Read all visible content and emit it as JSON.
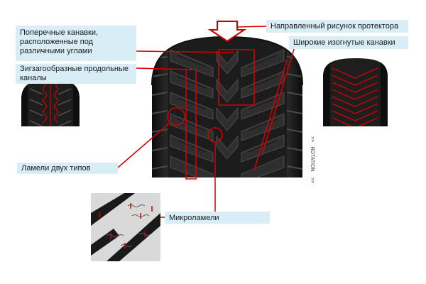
{
  "callouts": {
    "transverse": "Поперечные канавки, расположенные под различными углами",
    "zigzag": "Зигзагообразные продольные каналы",
    "sipes": "Ламели двух типов",
    "microsipes": "Микроламели",
    "direction": "Направленный рисунок протектора",
    "wide_grooves": "Широкие изогнутые канавки"
  },
  "rotation_label": "ROTATION",
  "rotation_arrows": ">>",
  "colors": {
    "callout_bg": "#d9edf7",
    "accent": "#d40000",
    "tread": "#1e1e1e"
  },
  "icons": {
    "direction_arrow": "down-arrow-outline",
    "small_tire_left": "tire-tread-thumbnail",
    "small_tire_right": "tire-tread-thumbnail-highlighted",
    "zoom_inset": "microsipe-closeup"
  }
}
